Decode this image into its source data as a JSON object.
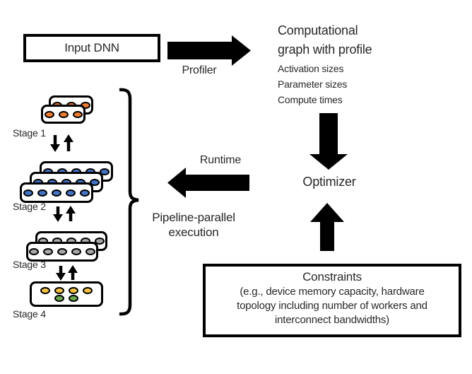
{
  "colors": {
    "ink": "#000000",
    "text": "#282828",
    "card_bg": "#FFFFFF",
    "orange": "#ED7D31",
    "blue": "#4472C4",
    "gray": "#A6A6A6",
    "yellow": "#F5C342",
    "green": "#6AA84F"
  },
  "input_dnn": {
    "label": "Input DNN"
  },
  "profiler": {
    "label": "Profiler"
  },
  "runtime": {
    "label": "Runtime"
  },
  "optimizer": {
    "label": "Optimizer"
  },
  "comp_graph": {
    "title": "Computational graph with profile",
    "details": [
      "Activation sizes",
      "Parameter sizes",
      "Compute times"
    ]
  },
  "pipeline": {
    "label": "Pipeline-parallel execution"
  },
  "constraints": {
    "title": "Constraints",
    "body_lines": [
      "(e.g., device memory capacity, hardware",
      "topology including number of workers and",
      "interconnect bandwidths)"
    ]
  },
  "stages": [
    {
      "label": "Stage 1",
      "card_count": 2,
      "dot_rows": [
        [
          "orange",
          "orange",
          "orange"
        ]
      ]
    },
    {
      "label": "Stage 2",
      "card_count": 3,
      "dot_rows": [
        [
          "blue",
          "blue",
          "blue",
          "blue",
          "blue"
        ]
      ]
    },
    {
      "label": "Stage 3",
      "card_count": 2,
      "dot_rows": [
        [
          "gray",
          "gray",
          "gray",
          "gray",
          "gray"
        ]
      ]
    },
    {
      "label": "Stage 4",
      "card_count": 1,
      "dot_rows": [
        [
          "yellow",
          "yellow",
          "yellow",
          "yellow"
        ],
        [
          "green",
          "green"
        ]
      ]
    }
  ]
}
